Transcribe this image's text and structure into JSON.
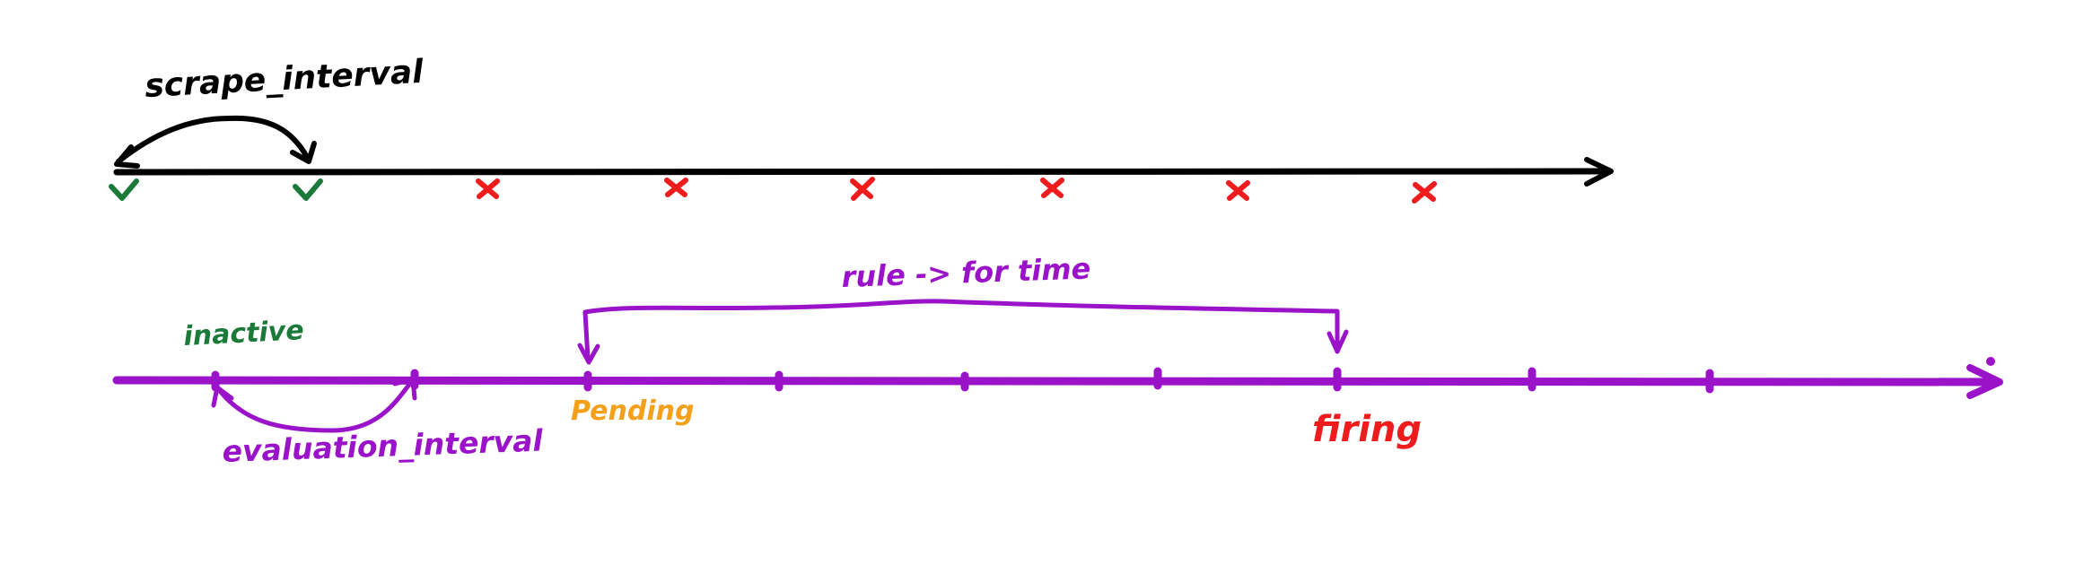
{
  "labels": {
    "scrape_interval": "scrape_interval",
    "inactive": "inactive",
    "evaluation_interval": "evaluation_interval",
    "rule_for_time": "rule -> for time",
    "pending": "Pending",
    "firing": "firing"
  },
  "colors": {
    "black": "#000000",
    "green": "#1b7a3a",
    "red": "#ee1c1c",
    "purple": "#9b13c9",
    "orange": "#f5a01a",
    "firing_red": "#ee1c1c"
  },
  "scrape_marks": [
    "check-icon",
    "check-icon",
    "cross-icon",
    "cross-icon",
    "cross-icon",
    "cross-icon",
    "cross-icon",
    "cross-icon"
  ]
}
